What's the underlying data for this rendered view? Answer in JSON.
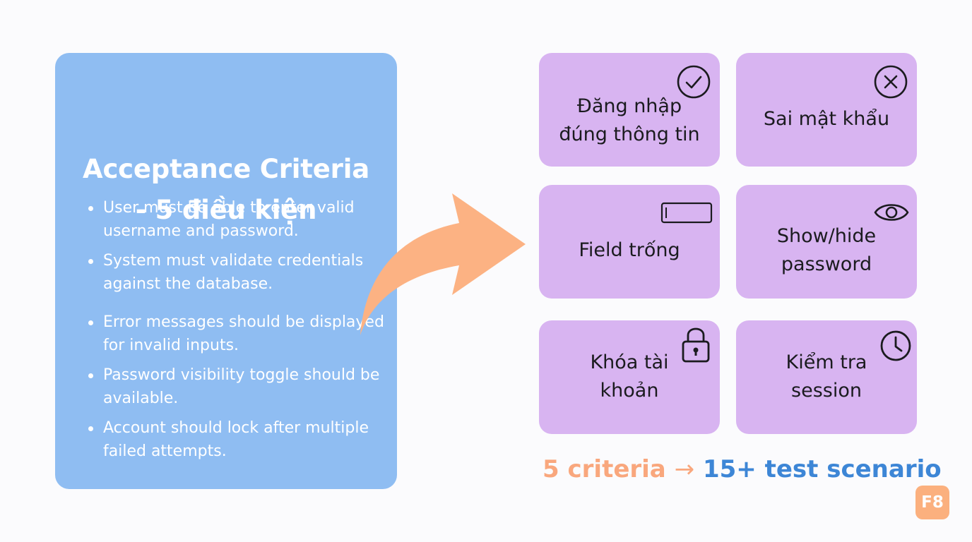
{
  "panel": {
    "title_line1": "Acceptance Criteria",
    "title_line2": "- 5 điều kiện",
    "items": [
      "User must be able to enter valid username and password.",
      "System must validate credentials against the database.",
      "Error messages should be displayed for invalid inputs.",
      "Password visibility toggle should be available.",
      "Account should lock after multiple failed attempts."
    ]
  },
  "cards": [
    {
      "label": "Đăng nhập\nđúng thông tin",
      "icon": "check-circle-icon"
    },
    {
      "label": "Sai mật khẩu",
      "icon": "x-circle-icon"
    },
    {
      "label": "Field trống",
      "icon": "empty-field-icon"
    },
    {
      "label": "Show/hide\npassword",
      "icon": "eye-icon"
    },
    {
      "label": "Khóa tài\nkhoản",
      "icon": "lock-icon"
    },
    {
      "label": "Kiểm tra\nsession",
      "icon": "clock-icon"
    }
  ],
  "footer": {
    "part_a": "5 criteria",
    "arrow": "→",
    "part_c": "15+ test scenario"
  },
  "logo": {
    "text": "F8"
  },
  "colors": {
    "panel_bg": "#8fbdf2",
    "card_bg": "#d8b4f1",
    "arrow": "#fcb283",
    "accent_orange": "#f9a77d",
    "accent_blue": "#3d86d6"
  }
}
